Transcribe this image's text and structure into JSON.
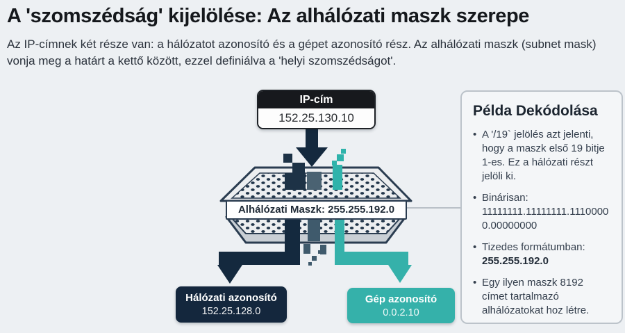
{
  "header": {
    "title": "A 'szomszédság' kijelölése: Az alhálózati maszk szerepe",
    "subtitle": "Az IP-címnek két része van: a hálózatot azonosító és a gépet azonosító rész. Az alhálózati maszk (subnet mask) vonja meg a határt a kettő között, ezzel definiálva a 'helyi szomszédságot'."
  },
  "diagram": {
    "ip_box": {
      "label": "IP-cím",
      "value": "152.25.130.10"
    },
    "mask_label": "Alhálózati Maszk: 255.255.192.0",
    "network_box": {
      "label": "Hálózati azonosító",
      "value": "152.25.128.0"
    },
    "host_box": {
      "label": "Gép azonosító",
      "value": "0.0.2.10"
    }
  },
  "panel": {
    "title": "Példa Dekódolása",
    "bullets": {
      "b1": "A '/19` jelölés azt jelenti, hogy a maszk első 19 bitje 1-es. Ez a hálózati részt jelöli ki.",
      "b2_label": "Binárisan:",
      "b2_value": "11111111.11111111.11100000.00000000",
      "b3_label": "Tizedes formátumban:",
      "b3_value": "255.255.192.0",
      "b4": "Egy ilyen maszk 8192 címet tartalmazó alhálózatokat hoz létre."
    }
  },
  "colors": {
    "navy": "#14273d",
    "teal": "#35b1aa",
    "slate": "#4a6272",
    "page_bg": "#edf0f3",
    "panel_bg": "#f4f6f8",
    "panel_border": "#bcc3ca"
  }
}
